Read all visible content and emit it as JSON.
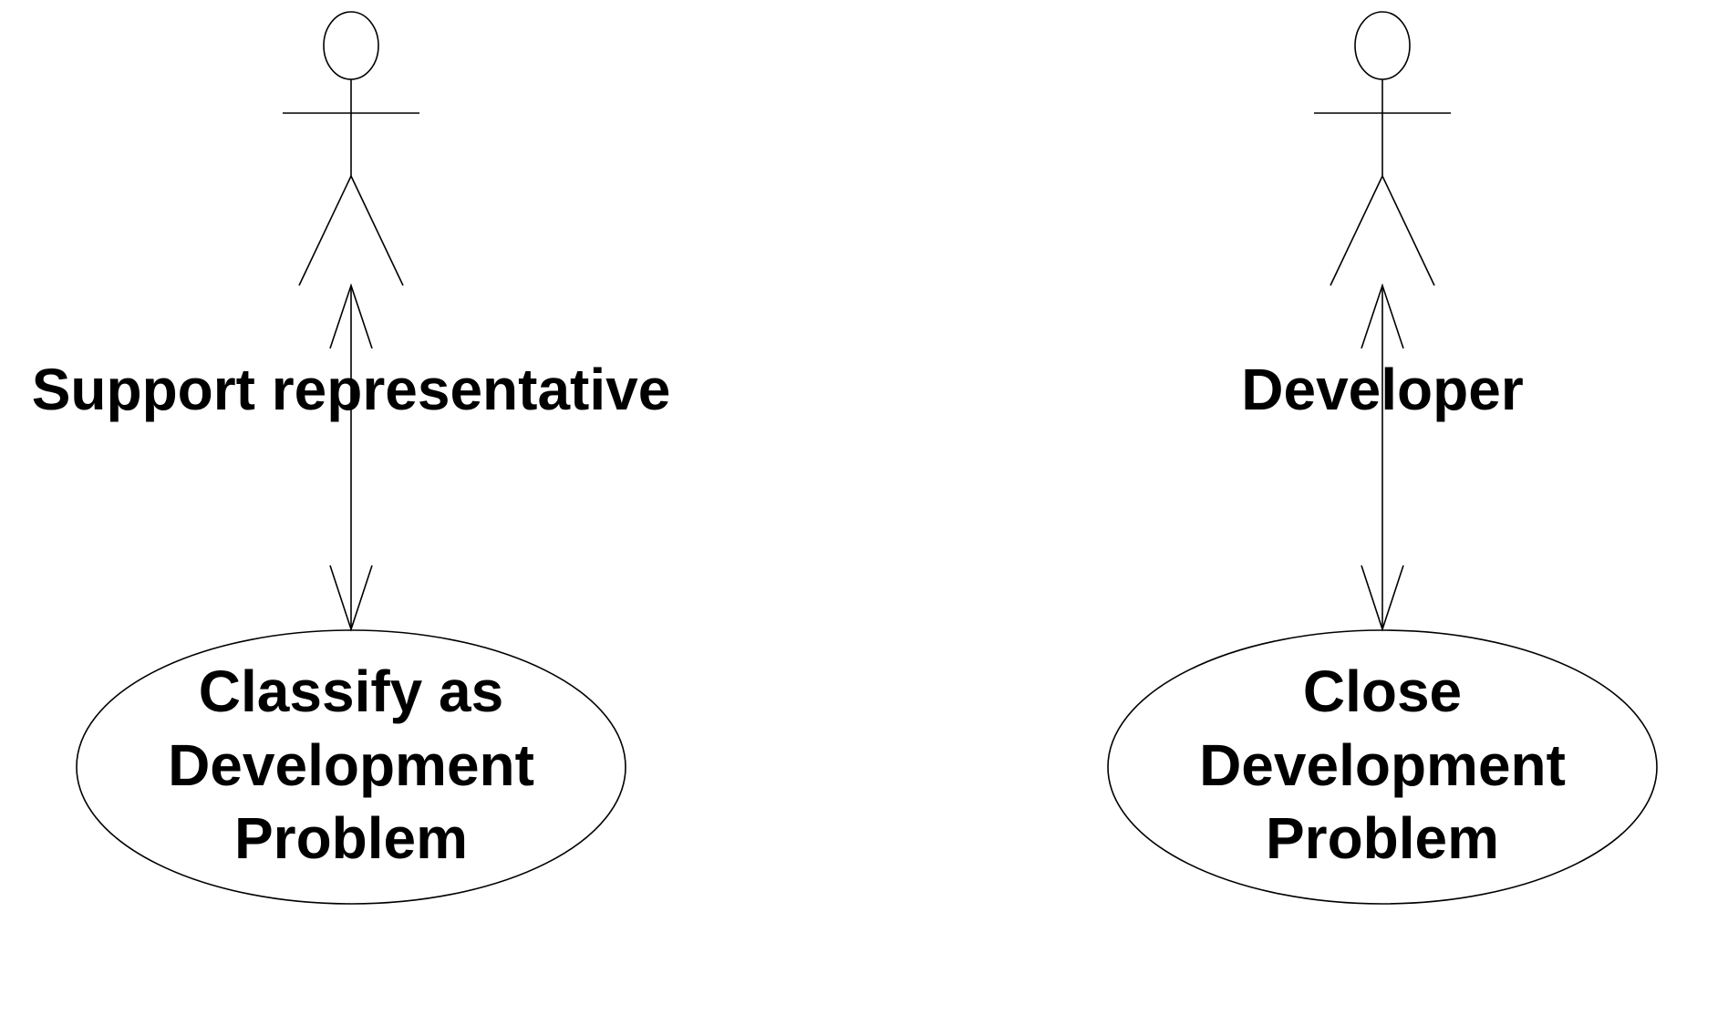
{
  "diagram": {
    "actors": [
      {
        "id": "support",
        "name": "Support representative"
      },
      {
        "id": "developer",
        "name": "Developer"
      }
    ],
    "use_cases": [
      {
        "id": "classify",
        "lines": [
          "Classify as",
          "Development",
          "Problem"
        ]
      },
      {
        "id": "close",
        "lines": [
          "Close",
          "Development",
          "Problem"
        ]
      }
    ],
    "associations": [
      {
        "from": "support",
        "to": "classify",
        "bidirectional": true
      },
      {
        "from": "developer",
        "to": "close",
        "bidirectional": true
      }
    ]
  }
}
